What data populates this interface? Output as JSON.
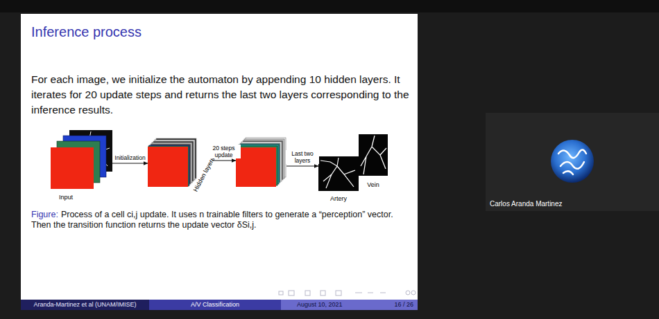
{
  "diagram": {
    "title": "Inference process",
    "caption": "Process of a cell ci,j update. It uses n trainable filters to generate a “perception” vector. Then the transition function returns the update vector δSi,j.",
    "nodes": [
      {
        "text": [
          "Input"
        ]
      },
      {
        "text": [
          "Hidden layers"
        ]
      },
      {
        "text": []
      },
      {
        "text": [
          "Artery"
        ]
      },
      {
        "text": [
          "Vein"
        ]
      }
    ],
    "edges": [
      {
        "from": 0,
        "to": 1,
        "arrow": "to",
        "label": "Initialization"
      },
      {
        "from": 1,
        "to": 2,
        "arrow": "to",
        "label": "20 steps update"
      },
      {
        "from": 2,
        "to": 3,
        "arrow": "to",
        "label": "Last two layers"
      }
    ],
    "labels": [
      "For each image, we initialize the automaton by appending 10 hidden layers. It iterates for 20 update steps and returns the last two layers corresponding to the inference results.",
      "Figure:",
      "Aranda-Martinez et al (UNAM/IMISE)",
      "A/V Classification",
      "August 10, 2021",
      "16 / 26",
      "Carlos Aranda Martinez"
    ]
  }
}
